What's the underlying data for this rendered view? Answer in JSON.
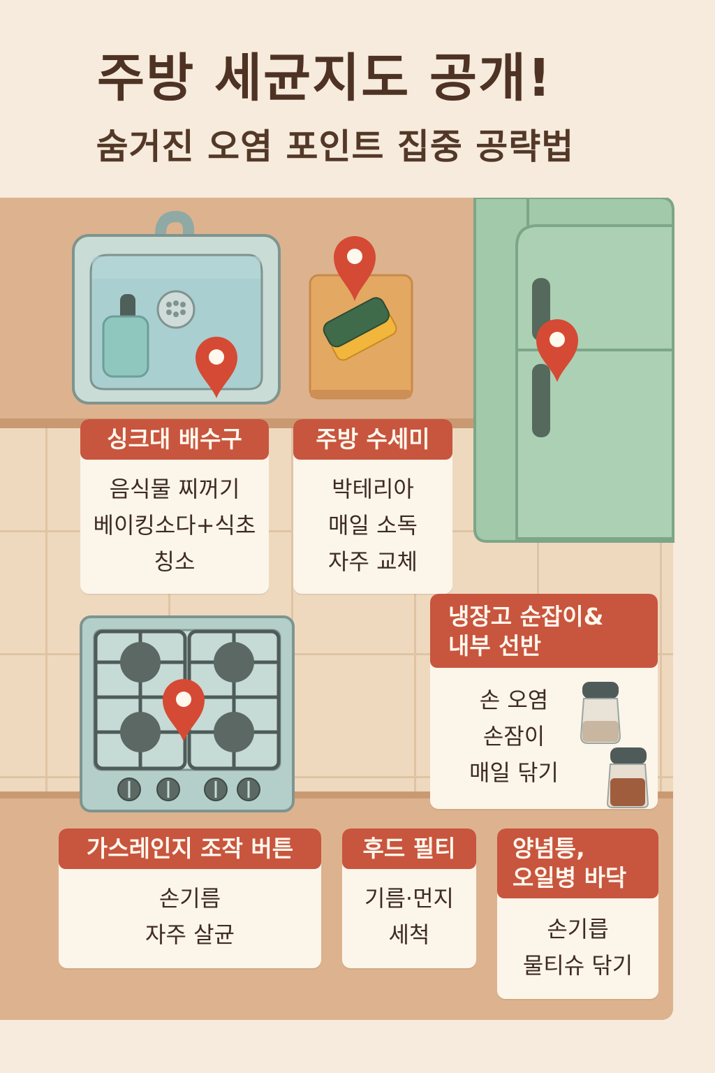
{
  "header": {
    "title": "주방 세균지도 공개!",
    "subtitle": "숨거진 오염 포인트 집중 공략법"
  },
  "colors": {
    "background": "#f6ebdc",
    "label_red": "#c8553e",
    "pin_red": "#d54a34",
    "fridge_green": "#9fc7a8",
    "counter": "#dcb38e",
    "text_brown": "#4e3223"
  },
  "cards": {
    "sink": {
      "title": "싱크대 배수구",
      "lines": [
        "음식물 찌꺼기",
        "베이킹소다+식초",
        "칭소"
      ]
    },
    "sponge": {
      "title": "주방 수세미",
      "lines": [
        "박테리아",
        "매일 소독",
        "자주 교체"
      ]
    },
    "fridge": {
      "title_line1": "냉장고 순잡이&",
      "title_line2": "내부 선반",
      "lines": [
        "손 오염",
        "손잠이",
        "매일 닦기"
      ]
    },
    "stove": {
      "title": "가스레인지 조작 버튼",
      "lines": [
        "손기름",
        "자주 살균"
      ]
    },
    "hood": {
      "title": "후드 필티",
      "lines": [
        "기름·먼지",
        "세척"
      ]
    },
    "spice": {
      "title_line1": "양념틍,",
      "title_line2": "오일병 바닥",
      "lines": [
        "손기릅",
        "물티슈 닦기"
      ]
    }
  },
  "icons": [
    "sink-icon",
    "soap-dispenser-icon",
    "drain-icon",
    "sponge-icon",
    "cutting-board-icon",
    "refrigerator-icon",
    "gas-stove-icon",
    "spice-jar-icon",
    "location-pin-icon"
  ]
}
